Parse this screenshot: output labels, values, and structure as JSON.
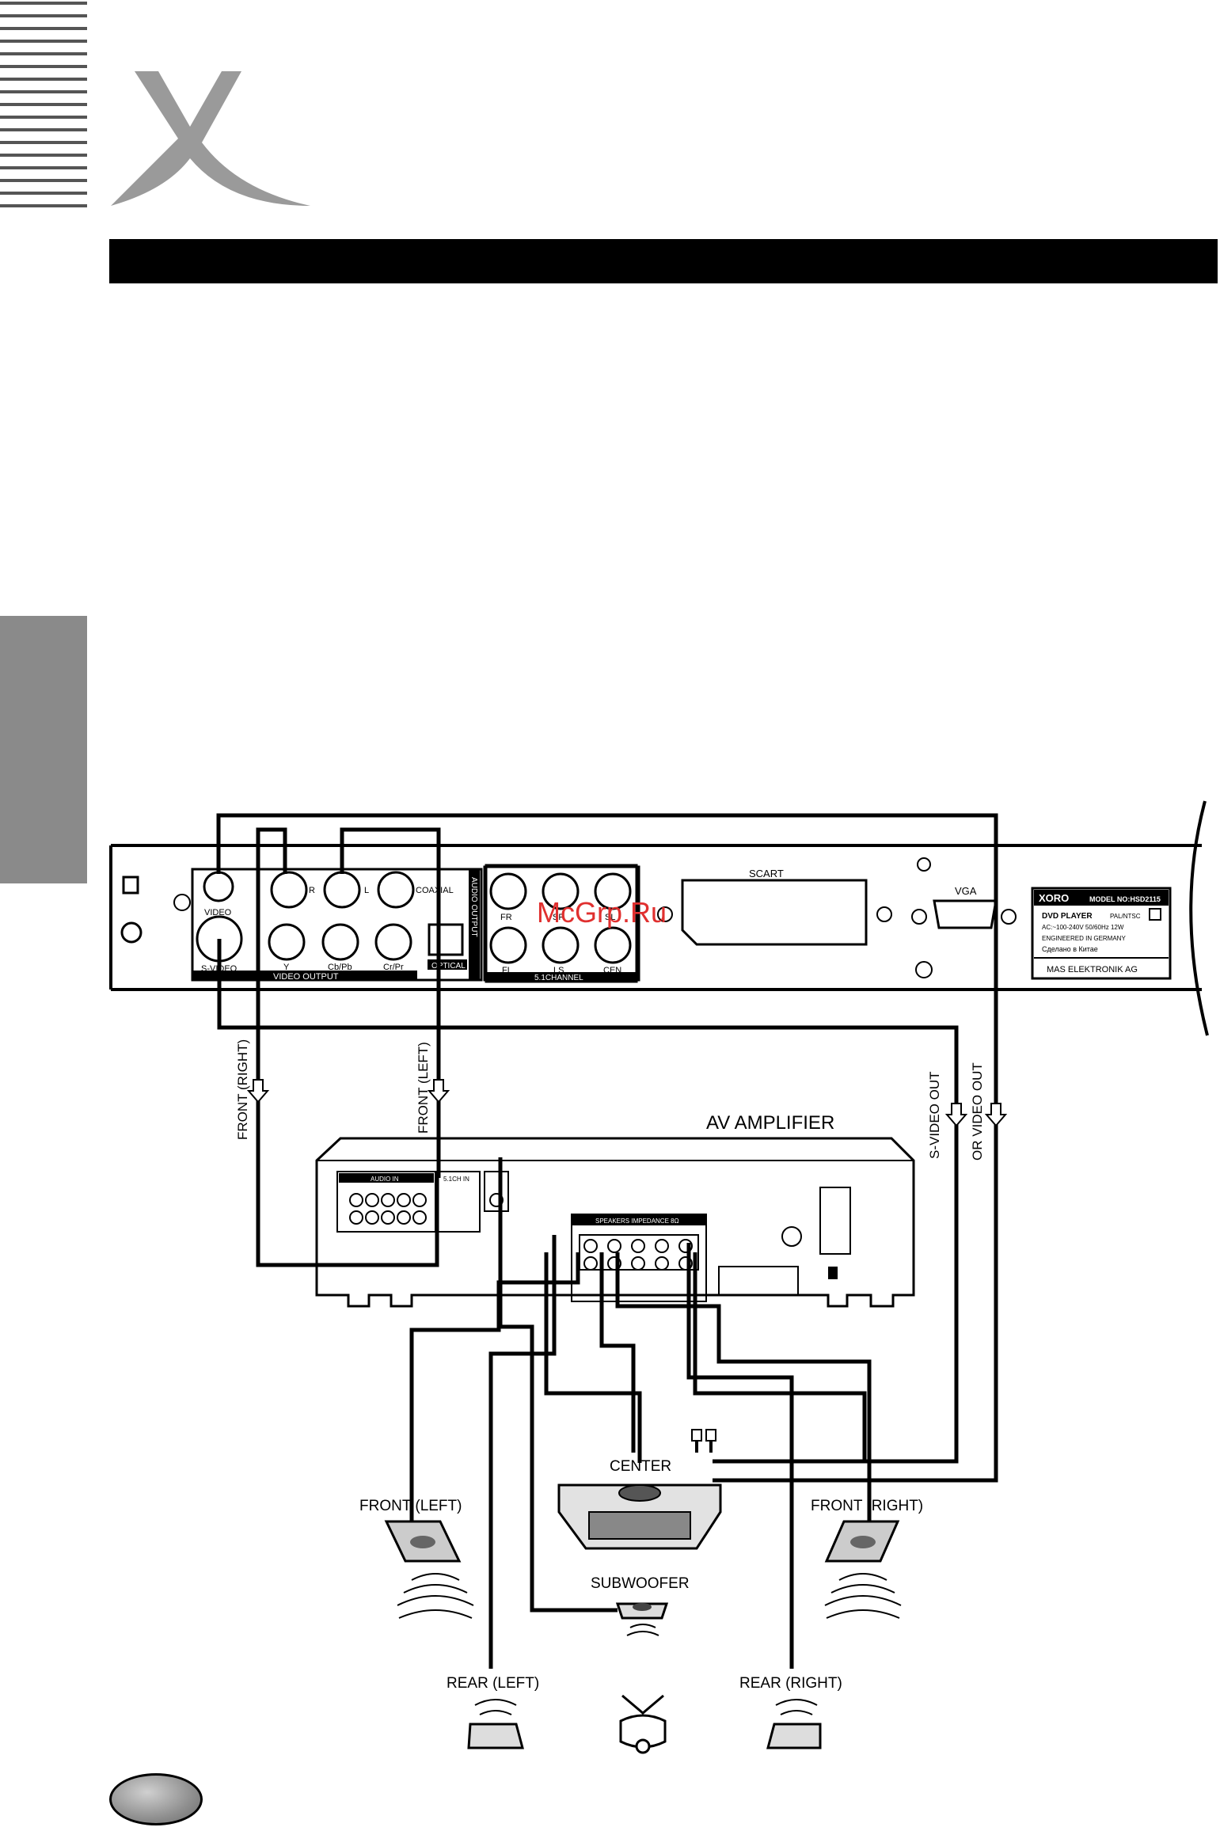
{
  "brand": {
    "logo_letter": "X"
  },
  "watermark": "McGrp.Ru",
  "player_panel": {
    "jacks": {
      "video": "VIDEO",
      "svideo": "S-VIDEO",
      "r": "R",
      "l": "L",
      "coaxial": "COAXIAL",
      "audio_output": "AUDIO OUTPUT",
      "y": "Y",
      "cbpb": "Cb/Pb",
      "crpr": "Cr/Pr",
      "optical": "OPTICAL",
      "video_output": "VIDEO OUTPUT",
      "fr": "FR",
      "sr": "SR",
      "sl": "SL",
      "fl": "FL",
      "ls": "LS",
      "cen": "CEN",
      "channel51": "5.1CHANNEL",
      "scart": "SCART",
      "vga": "VGA"
    },
    "label": {
      "brand": "XORO",
      "model": "MODEL NO:HSD2115",
      "product": "DVD PLAYER",
      "system": "PAL/NTSC",
      "power": "AC:~100-240V 50/60Hz 12W",
      "engineered": "ENGINEERED IN GERMANY",
      "made_in": "Сделано в Китае",
      "company": "MAS ELEKTRONIK AG"
    }
  },
  "amplifier": {
    "title": "AV AMPLIFIER",
    "audio_in": "AUDIO IN",
    "ch51_in": "5.1CH IN",
    "speakers_impedance": "SPEAKERS IMPEDANCE 8Ω"
  },
  "cable_labels": {
    "front_right": "FRONT (RIGHT)",
    "front_left": "FRONT (LEFT)",
    "svideo_out": "S-VIDEO OUT",
    "or_video_out": "OR VIDEO OUT"
  },
  "speakers": {
    "center": "CENTER",
    "front_left": "FRONT (LEFT)",
    "front_right": "FRONT (RIGHT)",
    "subwoofer": "SUBWOOFER",
    "rear_left": "REAR (LEFT)",
    "rear_right": "REAR (RIGHT)"
  }
}
